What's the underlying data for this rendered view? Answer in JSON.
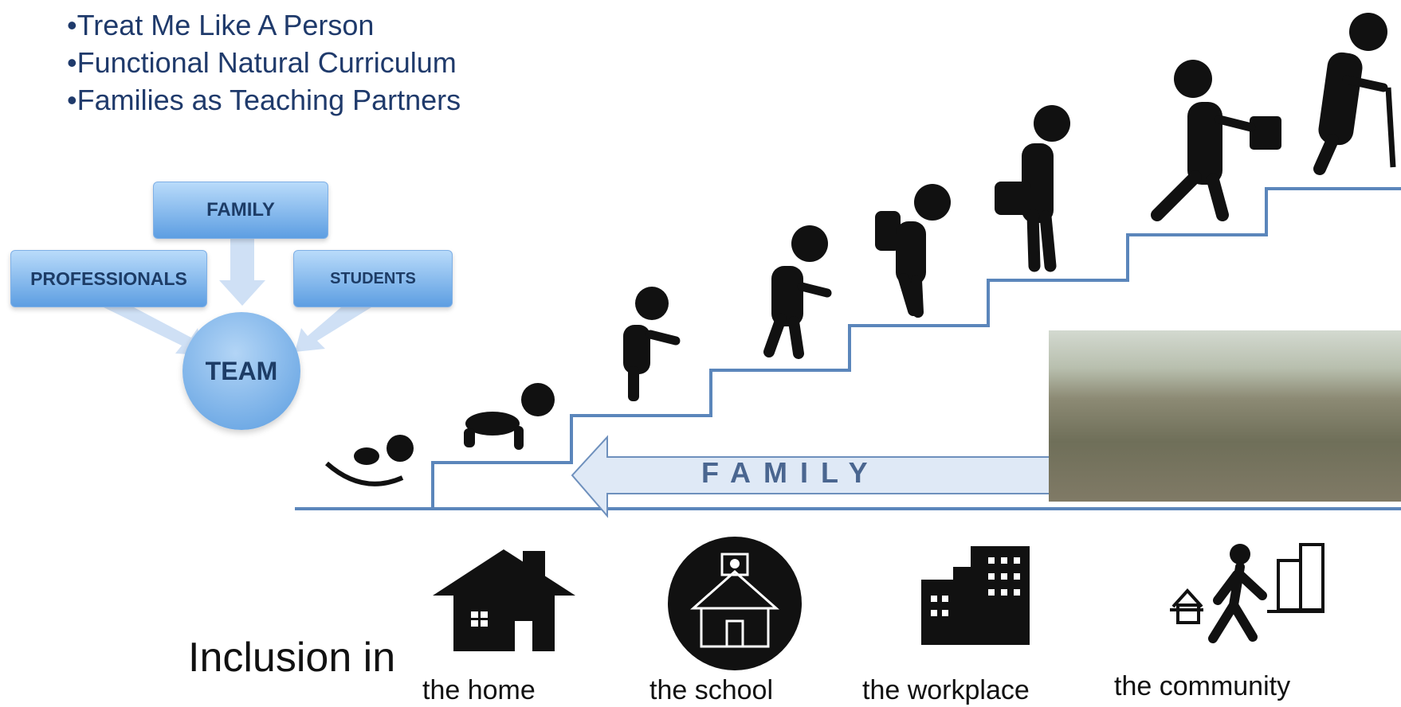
{
  "bullets": [
    "•Treat Me Like A Person",
    "•Functional Natural Curriculum",
    "•Families as Teaching Partners"
  ],
  "team_diagram": {
    "family": "FAMILY",
    "professionals": "PROFESSIONALS",
    "students": "STUDENTS",
    "team": "TEAM"
  },
  "staircase": {
    "arrow_label": "FAMILY",
    "stages": [
      "baby-lying-icon",
      "baby-crawling-icon",
      "toddler-icon",
      "child-walking-icon",
      "student-backpack-icon",
      "adult-bag-icon",
      "worker-briefcase-icon",
      "elder-cane-icon"
    ]
  },
  "inclusion": {
    "label": "Inclusion in",
    "places": [
      "the home",
      "the school",
      "the workplace",
      "the community"
    ]
  },
  "colors": {
    "bullet_text": "#1f3a6b",
    "box_blue": "#5d9ee2",
    "stair_line": "#5b86bb",
    "arrow_fill": "#dfe9f6"
  }
}
